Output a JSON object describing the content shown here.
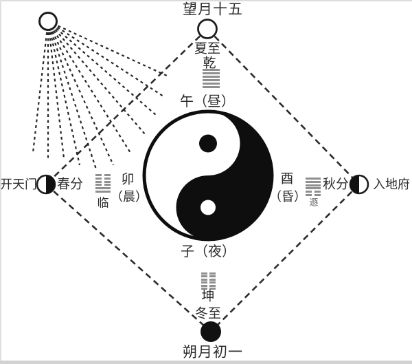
{
  "palette": {
    "ink": "#2d2d2d",
    "hexagram_gray": "#8f8f8f",
    "background": "#ffffff"
  },
  "top": {
    "title": "望月十五",
    "moon": "full-moon",
    "term": "夏至",
    "hexagram": "乾"
  },
  "bottom": {
    "title": "朔月初一",
    "moon": "new-moon",
    "term": "冬至",
    "hexagram": "坤"
  },
  "left": {
    "gate": "开天门",
    "moon": "first-quarter-moon",
    "term": "春分",
    "hexagram": "临"
  },
  "right": {
    "gate": "入地府",
    "moon": "last-quarter-moon",
    "term": "秋分",
    "hexagram": "遯"
  },
  "center": {
    "taiji": "yin-yang",
    "noon": "午（昼）",
    "midnight": "子（夜）",
    "morning_char": "卯",
    "morning_paren": "（晨）",
    "dusk_char": "酉",
    "dusk_paren": "（昏）"
  },
  "hexagram_lines": {
    "qian": [
      1,
      1,
      1,
      1,
      1,
      1
    ],
    "kun": [
      0,
      0,
      0,
      0,
      0,
      0
    ],
    "lin": [
      0,
      0,
      0,
      0,
      1,
      1
    ],
    "dun": [
      1,
      1,
      1,
      1,
      0,
      0
    ]
  }
}
